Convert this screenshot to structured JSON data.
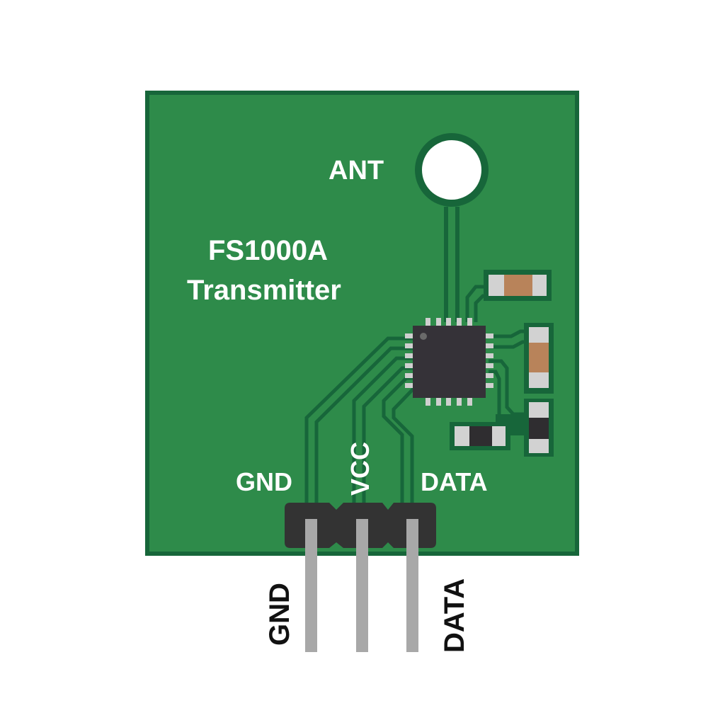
{
  "module": {
    "title_line1": "FS1000A",
    "title_line2": "Transmitter",
    "antenna_label": "ANT",
    "colors": {
      "pcb": "#2e8b4a",
      "pcb_border": "#17663a",
      "trace": "#17663a",
      "chip": "#353238",
      "pad": "#d0d0d0",
      "resistor_body": "#b8835a",
      "pin": "#a8a8a8",
      "header": "#333333"
    }
  },
  "pins_on_board": [
    {
      "label": "GND"
    },
    {
      "label": "VCC"
    },
    {
      "label": "DATA"
    }
  ],
  "pins_below": [
    {
      "label": "GND"
    },
    {
      "label": "DATA"
    }
  ]
}
